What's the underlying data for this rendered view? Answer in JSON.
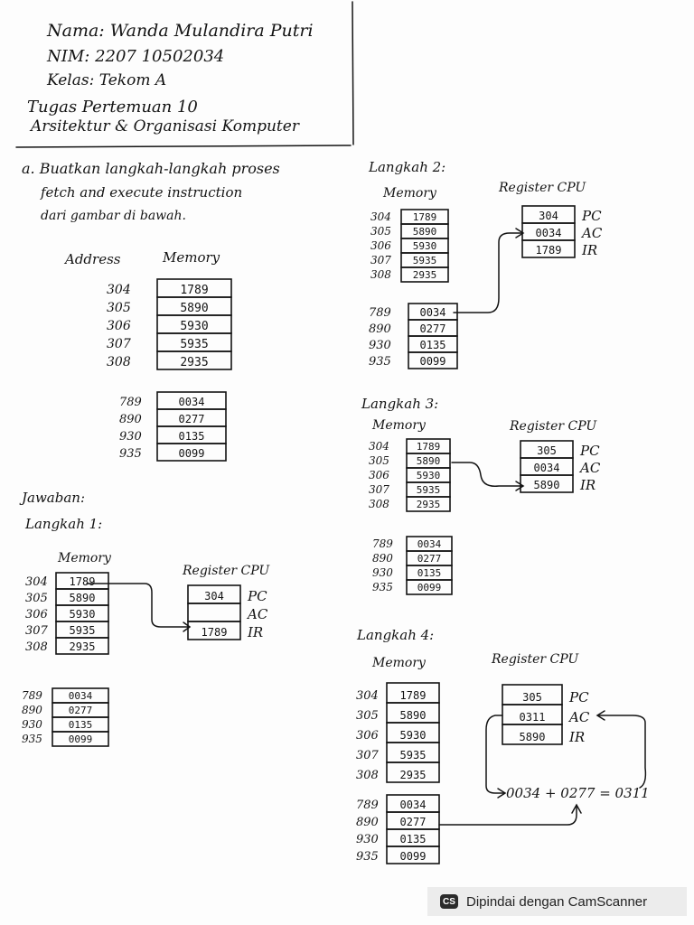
{
  "header": {
    "nama": "Nama: Wanda Mulandira Putri",
    "nim": "NIM: 2207 10502034",
    "kelas": "Kelas: Tekom A",
    "tugas": "Tugas Pertemuan 10",
    "matkul": "Arsitektur & Organisasi Komputer"
  },
  "question": {
    "line1": "a. Buatkan langkah-langkah proses",
    "line2": "fetch and execute instruction",
    "line3": "dari gambar di bawah.",
    "address_header": "Address",
    "memory_header": "Memory",
    "addresses_a": [
      "304",
      "305",
      "306",
      "307",
      "308"
    ],
    "values_a": [
      "1789",
      "5890",
      "5930",
      "5935",
      "2935"
    ],
    "addresses_b": [
      "789",
      "890",
      "930",
      "935"
    ],
    "values_b": [
      "0034",
      "0277",
      "0135",
      "0099"
    ]
  },
  "jawaban": "Jawaban:",
  "memory_label": "Memory",
  "register_label": "Register CPU",
  "register_names": [
    "PC",
    "AC",
    "IR"
  ],
  "steps": [
    {
      "title": "Langkah 1:",
      "addresses_a": [
        "304",
        "305",
        "306",
        "307",
        "308"
      ],
      "values_a": [
        "1789",
        "5890",
        "5930",
        "5935",
        "2935"
      ],
      "addresses_b": [
        "789",
        "890",
        "930",
        "935"
      ],
      "values_b": [
        "0034",
        "0277",
        "0135",
        "0099"
      ],
      "registers": [
        "304",
        "",
        "1789"
      ]
    },
    {
      "title": "Langkah 2:",
      "addresses_a": [
        "304",
        "305",
        "306",
        "307",
        "308"
      ],
      "values_a": [
        "1789",
        "5890",
        "5930",
        "5935",
        "2935"
      ],
      "addresses_b": [
        "789",
        "890",
        "930",
        "935"
      ],
      "values_b": [
        "0034",
        "0277",
        "0135",
        "0099"
      ],
      "registers": [
        "304",
        "0034",
        "1789"
      ]
    },
    {
      "title": "Langkah 3:",
      "addresses_a": [
        "304",
        "305",
        "306",
        "307",
        "308"
      ],
      "values_a": [
        "1789",
        "5890",
        "5930",
        "5935",
        "2935"
      ],
      "addresses_b": [
        "789",
        "890",
        "930",
        "935"
      ],
      "values_b": [
        "0034",
        "0277",
        "0135",
        "0099"
      ],
      "registers": [
        "305",
        "0034",
        "5890"
      ]
    },
    {
      "title": "Langkah 4:",
      "addresses_a": [
        "304",
        "305",
        "306",
        "307",
        "308"
      ],
      "values_a": [
        "1789",
        "5890",
        "5930",
        "5935",
        "2935"
      ],
      "addresses_b": [
        "789",
        "890",
        "930",
        "935"
      ],
      "values_b": [
        "0034",
        "0277",
        "0135",
        "0099"
      ],
      "registers": [
        "305",
        "0311",
        "5890"
      ],
      "equation": "0034 + 0277 = 0311"
    }
  ],
  "footer": {
    "logo": "CS",
    "text": "Dipindai dengan CamScanner"
  }
}
